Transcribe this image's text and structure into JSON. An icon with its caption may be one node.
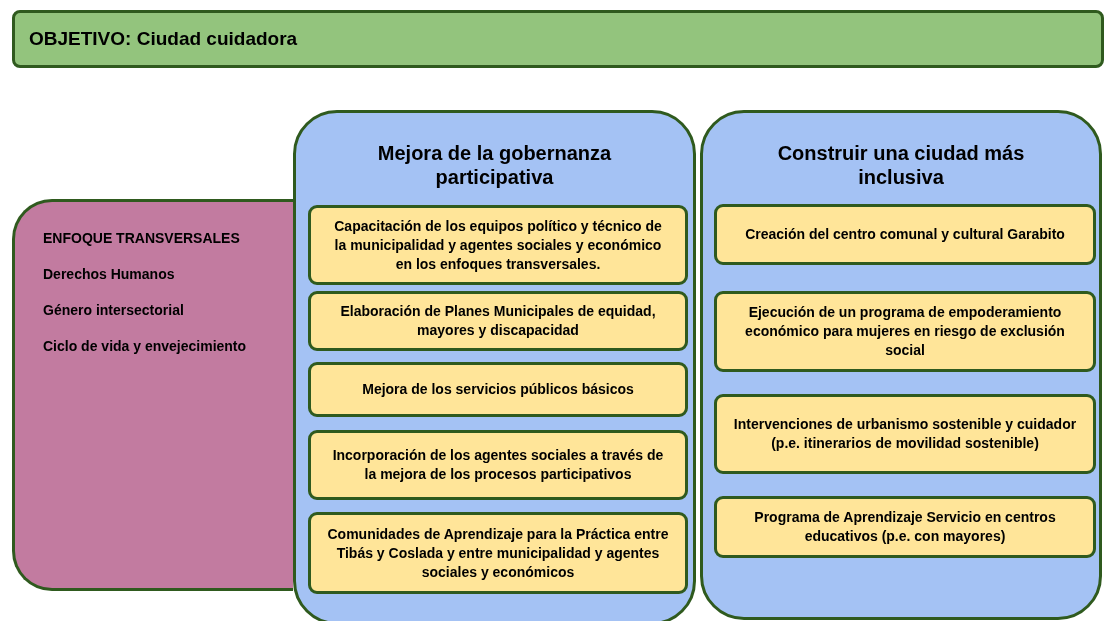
{
  "diagram": {
    "nodes": [
      {
        "text": [
          "OBJETIVO: Ciudad cuidadora"
        ]
      },
      {
        "text": [
          "ENFOQUE TRANSVERSALES",
          "Derechos Humanos",
          "Género intersectorial",
          "Ciclo de vida y envejecimiento"
        ]
      },
      {
        "text": [
          "Mejora de la gobernanza participativa"
        ]
      },
      {
        "text": [
          "Capacitación de los equipos político y técnico de la municipalidad y agentes sociales y económico en los enfoques transversales."
        ],
        "in": 2
      },
      {
        "text": [
          "Elaboración de Planes Municipales de equidad, mayores y discapacidad"
        ],
        "in": 2
      },
      {
        "text": [
          "Mejora de los servicios públicos básicos"
        ],
        "in": 2
      },
      {
        "text": [
          "Incorporación de los agentes sociales a través de la mejora de los procesos participativos"
        ],
        "in": 2
      },
      {
        "text": [
          "Comunidades de Aprendizaje para la Práctica entre Tibás y Coslada y entre municipalidad y agentes sociales y económicos"
        ],
        "in": 2
      },
      {
        "text": [
          "Construir una ciudad más inclusiva"
        ]
      },
      {
        "text": [
          "Creación del centro comunal y cultural Garabito"
        ],
        "in": 8
      },
      {
        "text": [
          "Ejecución de un programa de empoderamiento económico para mujeres en riesgo de exclusión social"
        ],
        "in": 8
      },
      {
        "text": [
          "Intervenciones de urbanismo sostenible y cuidador (p.e. itinerarios de movilidad sostenible)"
        ],
        "in": 8
      },
      {
        "text": [
          "Programa de Aprendizaje Servicio en centros educativos (p.e. con mayores)"
        ],
        "in": 8
      }
    ]
  }
}
